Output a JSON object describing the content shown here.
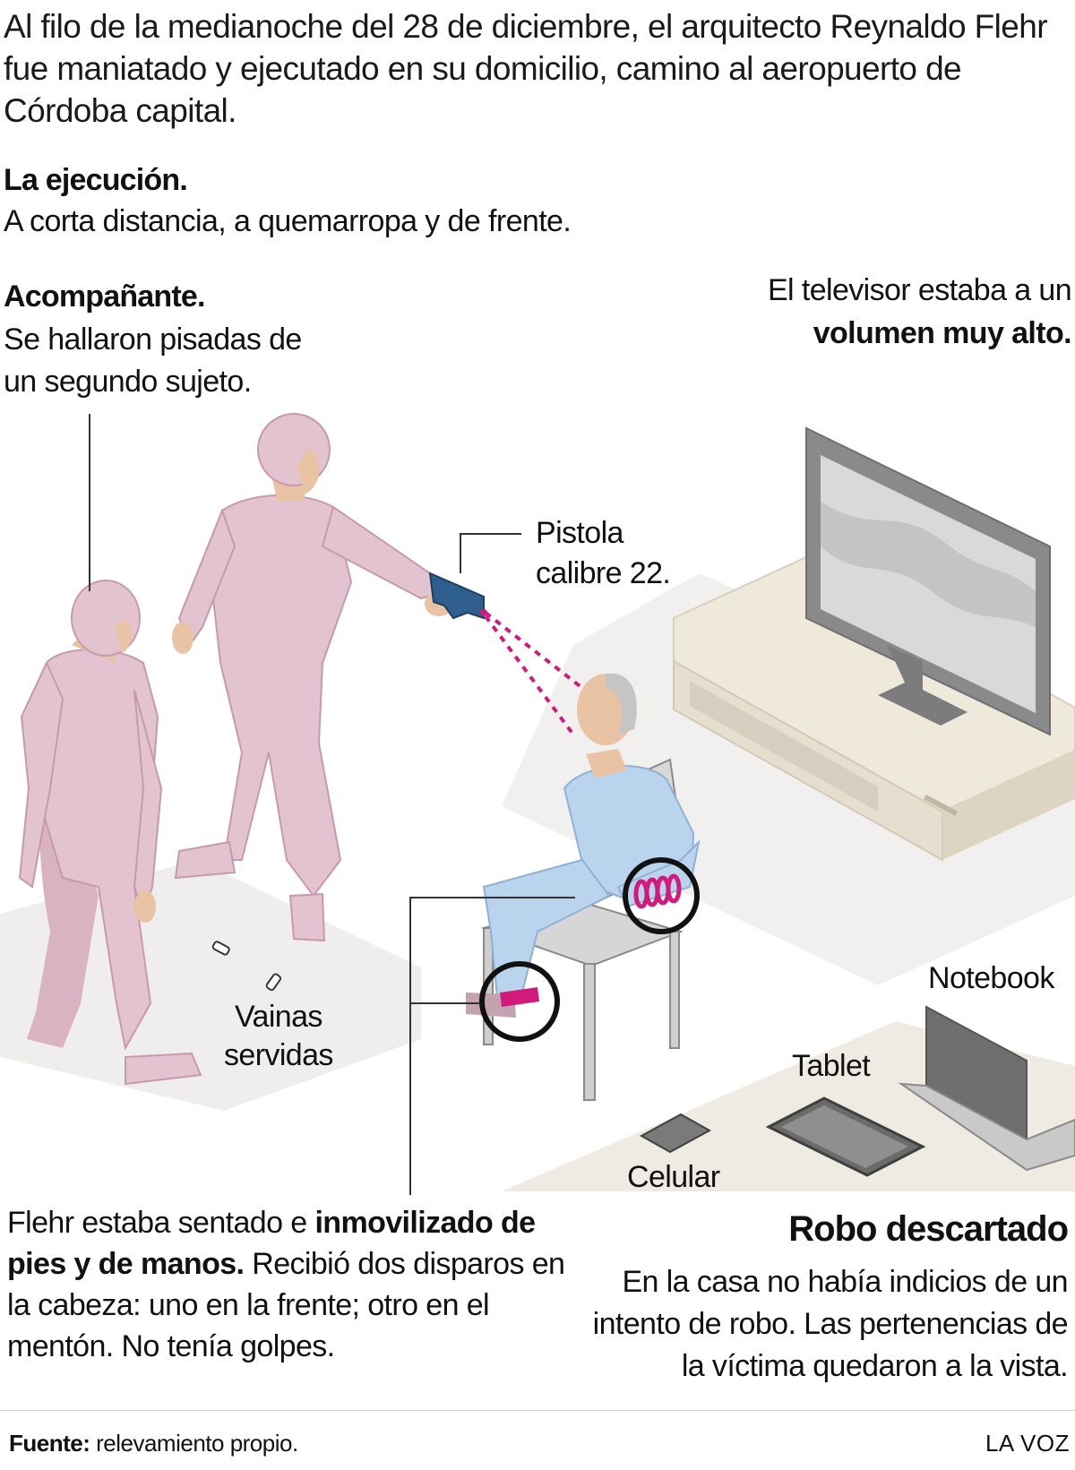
{
  "intro": "Al filo de la medianoche del 28 de diciembre, el arquitecto Reynaldo Flehr fue maniatado y ejecutado en su domicilio, camino al aeropuerto de Córdoba capital.",
  "execution": {
    "title": "La ejecución.",
    "body": "A corta distancia, a quemarropa y de frente."
  },
  "companion": {
    "title": "Acompañante.",
    "body": "Se hallaron pisadas de un segundo sujeto."
  },
  "tv_note": {
    "line1": "El televisor estaba a un",
    "bold": "volumen muy alto."
  },
  "labels": {
    "pistol_line1": "Pistola",
    "pistol_line2": "calibre 22.",
    "casings_line1": "Vainas",
    "casings_line2": "servidas",
    "notebook": "Notebook",
    "tablet": "Tablet",
    "phone": "Celular"
  },
  "victim_note": {
    "text1": "Flehr estaba sentado e ",
    "bold": "inmovilizado de pies y de manos.",
    "text2": " Recibió dos disparos en la cabeza: uno en la frente; otro en el mentón. No tenía golpes."
  },
  "robbery": {
    "title": "Robo descartado",
    "body": "En la casa no había indicios de un intento de robo. Las pertenencias de la víctima quedaron a la vista."
  },
  "footer": {
    "source_label": "Fuente:",
    "source_text": " relevamiento propio.",
    "brand": "LA VOZ"
  },
  "colors": {
    "figure_pink": "#e3c3cf",
    "figure_pink_dark": "#c79aab",
    "skin": "#e8c3a4",
    "victim_blue": "#b9d4ec",
    "accent_magenta": "#d21a7c",
    "floor": "#efece6",
    "furniture": "#ece6d9",
    "tv_gray": "#8c8c8c",
    "pistol_blue": "#2e5f8f"
  }
}
